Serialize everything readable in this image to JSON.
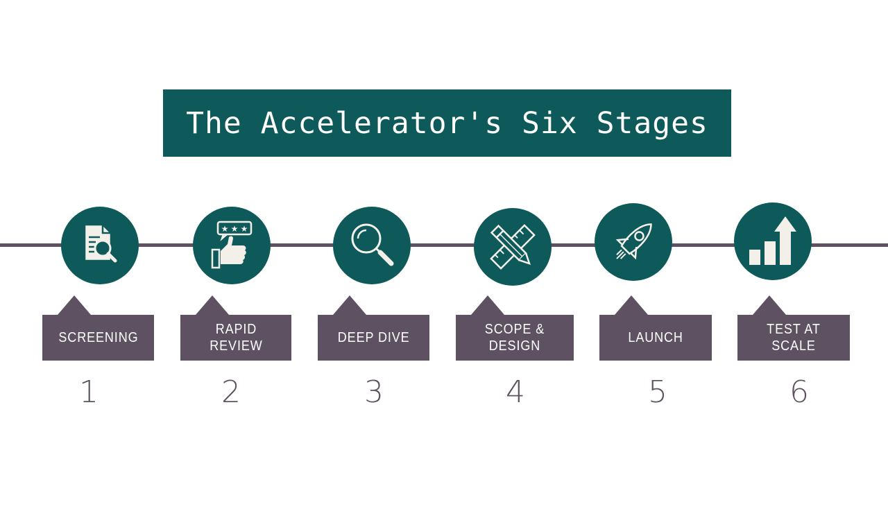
{
  "title": "The Accelerator's Six Stages",
  "colors": {
    "teal": "#0e5a5a",
    "plum": "#5e5262",
    "icon_fill": "#f3f0ea"
  },
  "stages": [
    {
      "number": "1",
      "label": "SCREENING",
      "icon": "document-search-icon"
    },
    {
      "number": "2",
      "label": "RAPID\nREVIEW",
      "icon": "thumbs-up-stars-icon"
    },
    {
      "number": "3",
      "label": "DEEP DIVE",
      "icon": "magnifying-glass-icon"
    },
    {
      "number": "4",
      "label": "SCOPE &\nDESIGN",
      "icon": "pencil-ruler-icon"
    },
    {
      "number": "5",
      "label": "LAUNCH",
      "icon": "rocket-icon"
    },
    {
      "number": "6",
      "label": "TEST AT SCALE",
      "icon": "growth-chart-icon"
    }
  ]
}
